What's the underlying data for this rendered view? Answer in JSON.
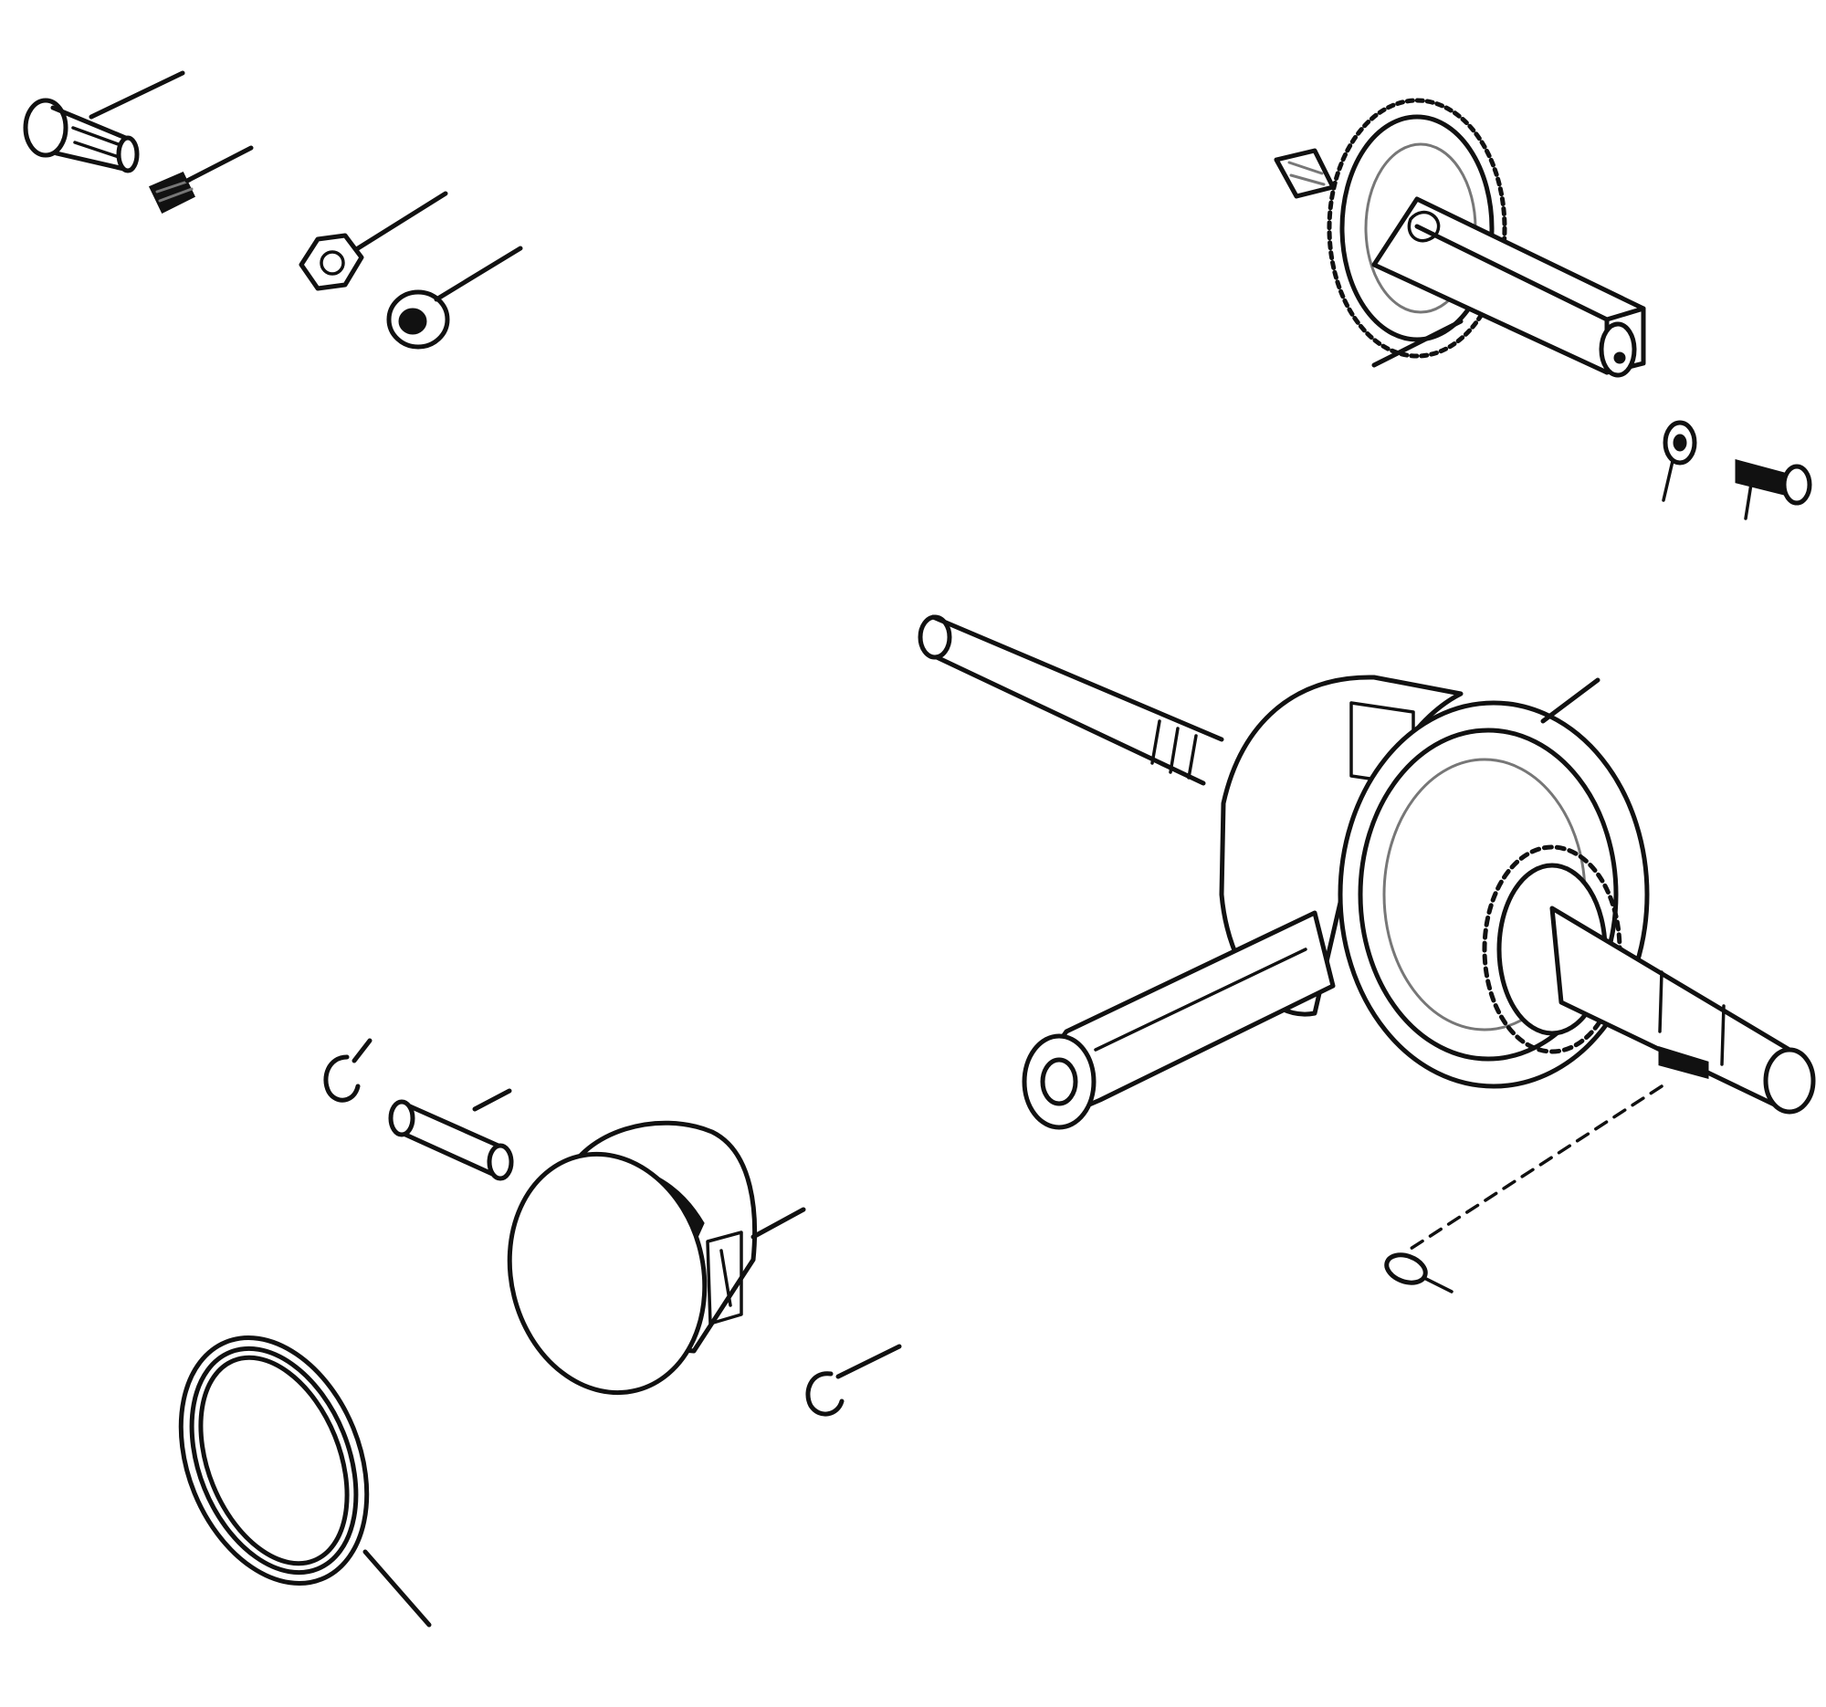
{
  "diagram": {
    "type": "exploded-parts-diagram",
    "parts": [
      {
        "id": "hollow-pin",
        "icon": "pin-icon"
      },
      {
        "id": "small-spring",
        "icon": "spring-icon"
      },
      {
        "id": "hex-nut",
        "icon": "nut-icon"
      },
      {
        "id": "washer",
        "icon": "washer-icon"
      },
      {
        "id": "balancer-shaft-gear",
        "icon": "gear-icon"
      },
      {
        "id": "small-washer",
        "icon": "washer-icon"
      },
      {
        "id": "bolt",
        "icon": "bolt-icon"
      },
      {
        "id": "crankshaft",
        "icon": "crankshaft-icon"
      },
      {
        "id": "woodruff-key",
        "icon": "key-icon"
      },
      {
        "id": "piston-clip-left",
        "icon": "clip-icon"
      },
      {
        "id": "piston-pin",
        "icon": "pin-icon"
      },
      {
        "id": "piston",
        "icon": "piston-icon"
      },
      {
        "id": "piston-clip-right",
        "icon": "clip-icon"
      },
      {
        "id": "piston-ring-set",
        "icon": "ring-icon"
      }
    ],
    "line_color": "#111111",
    "background": "#ffffff"
  }
}
